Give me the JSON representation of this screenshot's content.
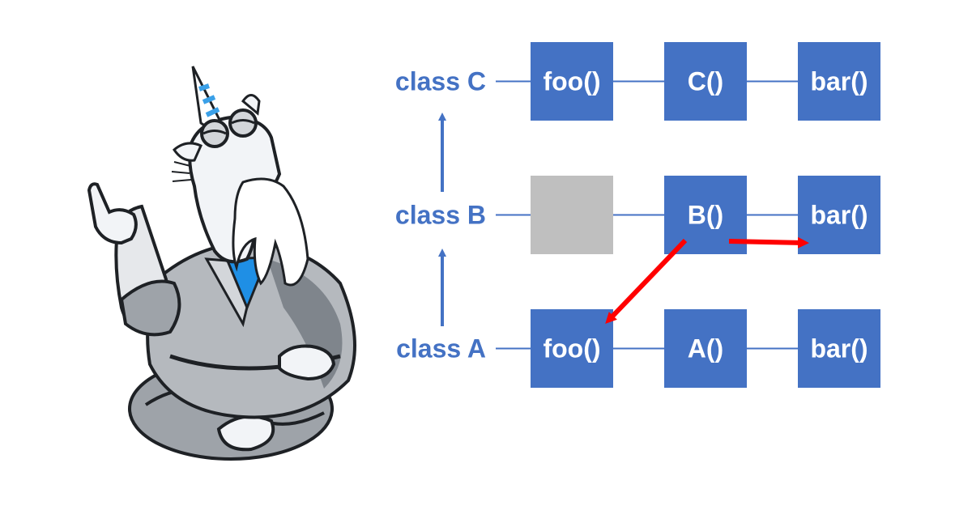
{
  "colors": {
    "box": "#4472c4",
    "empty_box": "#bfbfbf",
    "label": "#4472c4",
    "connector": "#4472c4",
    "call_arrow": "#ff0000",
    "box_text": "#ffffff"
  },
  "mascot": {
    "icon": "wise-unicorn-mascot-in-robe-icon"
  },
  "classes": [
    {
      "label": "class C",
      "methods": [
        {
          "label": "foo()",
          "empty": false
        },
        {
          "label": "C()",
          "empty": false
        },
        {
          "label": "bar()",
          "empty": false
        }
      ]
    },
    {
      "label": "class B",
      "methods": [
        {
          "label": "",
          "empty": true
        },
        {
          "label": "B()",
          "empty": false
        },
        {
          "label": "bar()",
          "empty": false
        }
      ]
    },
    {
      "label": "class A",
      "methods": [
        {
          "label": "foo()",
          "empty": false
        },
        {
          "label": "A()",
          "empty": false
        },
        {
          "label": "bar()",
          "empty": false
        }
      ]
    }
  ]
}
